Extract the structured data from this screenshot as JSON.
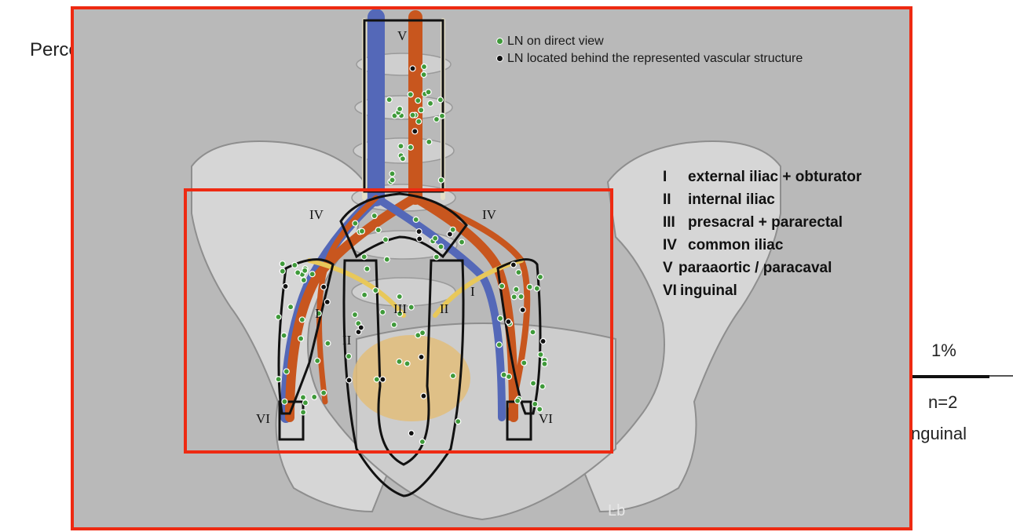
{
  "background": {
    "left_text": "Perce",
    "percent_text": "1%",
    "n_text": "n=2",
    "inguinal_text": "nguinal"
  },
  "legend": {
    "direct": "LN on direct view",
    "behind": "LN located behind the represented vascular structure",
    "direct_color": "#3f9a3a",
    "behind_color": "#111111"
  },
  "region_key": [
    {
      "numeral": "I",
      "text": "external iliac + obturator"
    },
    {
      "numeral": "II",
      "text": "internal iliac"
    },
    {
      "numeral": "III",
      "text": "presacral + pararectal"
    },
    {
      "numeral": "IV",
      "text": "common iliac"
    },
    {
      "numeral": "V",
      "text": "paraaortic / paracaval"
    },
    {
      "numeral": "VI",
      "text": "inguinal"
    }
  ],
  "region_labels": {
    "V": "V",
    "IV_left": "IV",
    "IV_right": "IV",
    "I_left": "I",
    "I_right": "I",
    "II_left": "II",
    "II_right": "II",
    "III": "III",
    "VI_left": "VI",
    "VI_right": "VI"
  },
  "watermark": "Ŀb",
  "colors": {
    "highlight_border": "#ee2a12",
    "panel_bg": "#b9b9b9",
    "artery": "#c8561e",
    "vein": "#5468b8",
    "bone": "#d7d7d7",
    "bladder": "#e2bd7a"
  }
}
